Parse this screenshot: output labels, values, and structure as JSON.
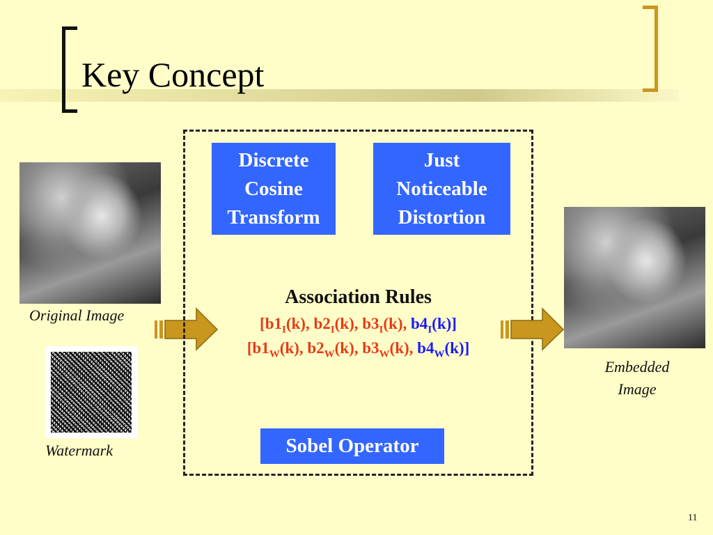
{
  "slide": {
    "title": "Key Concept",
    "page_number": "11"
  },
  "boxes": {
    "dct": [
      "Discrete",
      "Cosine",
      "Transform"
    ],
    "jnd": [
      "Just",
      "Noticeable",
      "Distortion"
    ],
    "sobel": "Sobel Operator"
  },
  "association": {
    "title": "Association Rules",
    "line1": {
      "open": "[",
      "b1": "b1",
      "b1_sub": "I",
      "b1_tail": "(k), ",
      "b2": "b2",
      "b2_sub": "I",
      "b2_tail": "(k), ",
      "b3": "b3",
      "b3_sub": "I",
      "b3_tail": "(k), ",
      "b4": "b4",
      "b4_sub": "I",
      "b4_tail": "(k)]"
    },
    "line2": {
      "open": "[",
      "b1": "b1",
      "b1_sub": "W",
      "b1_tail": "(k), ",
      "b2": "b2",
      "b2_sub": "W",
      "b2_tail": "(k), ",
      "b3": "b3",
      "b3_sub": "W",
      "b3_tail": "(k), ",
      "b4": "b4",
      "b4_sub": "W",
      "b4_tail": "(k)]"
    }
  },
  "captions": {
    "original": "Original Image",
    "watermark": "Watermark",
    "embedded_line1": "Embedded",
    "embedded_line2": "Image"
  },
  "colors": {
    "background": "#fffdc8",
    "box_blue": "#3366ff",
    "rule_red": "#e83a17",
    "rule_blue": "#1a1aff",
    "arrow_gold": "#c9961e",
    "bracket_gold": "#c9961e"
  },
  "icons": {
    "left_arrow": "right-arrow-icon",
    "right_arrow": "right-arrow-icon"
  }
}
